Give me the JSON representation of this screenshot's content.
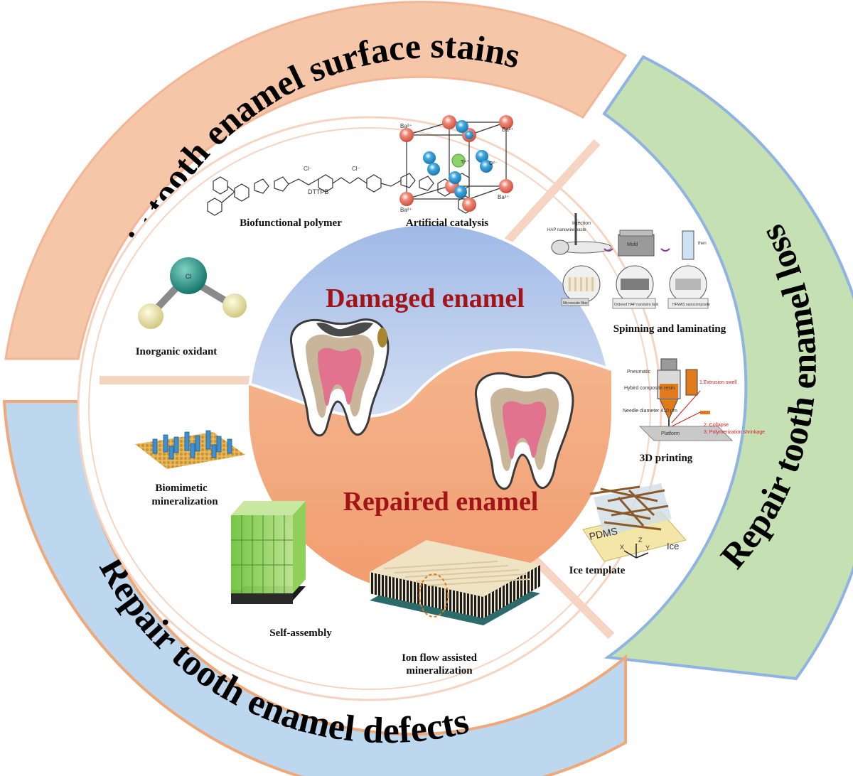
{
  "arc_titles": {
    "stains": "Repair tooth enamel surface stains",
    "loss": "Repair tooth enamel loss",
    "defects": "Repair tooth enamel defects"
  },
  "center": {
    "damaged": "Damaged enamel",
    "repaired": "Repaired enamel"
  },
  "labels": {
    "biofunctional_polymer": "Biofunctional polymer",
    "artificial_catalysis": "Artificial catalysis",
    "inorganic_oxidant": "Inorganic oxidant",
    "spinning_laminating": "Spinning and laminating",
    "printing_3d": "3D printing",
    "ice_template": "Ice template",
    "biomimetic_1": "Biomimetic",
    "biomimetic_2": "mineralization",
    "self_assembly": "Self-assembly",
    "ion_flow_1": "Ion flow assisted",
    "ion_flow_2": "mineralization"
  },
  "figure_text": {
    "dttpb": "DTTPB",
    "ba": "Ba²⁺",
    "o": "O²⁻",
    "ti": "Ti⁴⁺",
    "cl_minus": "Cl⁻",
    "cl": "Cl",
    "injection": "Injection",
    "hap_paste": "HAP nanowire paste",
    "mold": "Mold",
    "then": "then",
    "microscale": "Microscale fiber",
    "ordered_hap": "Ordered HAP nanowire bulk",
    "hfmas": "HFMAS nanocomposite",
    "pneumatic": "Pneumatic",
    "hybrid_resin": "Hybird composite resin",
    "needle": "Needle diameter 410 μm",
    "platform": "Platform",
    "extrusion": "1.Extrusion swell",
    "collapse": "2. Collapse",
    "polymerization": "3. Polymerization shrinkage",
    "pdms": "PDMS",
    "ice": "Ice",
    "x": "X",
    "y": "Y",
    "z": "Z"
  },
  "colors": {
    "stains_band": "#f6c6a9",
    "loss_band": "#c5e0b3",
    "loss_border": "#8fb4e3",
    "defects_band": "#bdd7ee",
    "defects_border": "#f0a878",
    "center_top": "#a9c3ea",
    "center_bottom": "#f2a77c",
    "title_red": "#a31419"
  }
}
